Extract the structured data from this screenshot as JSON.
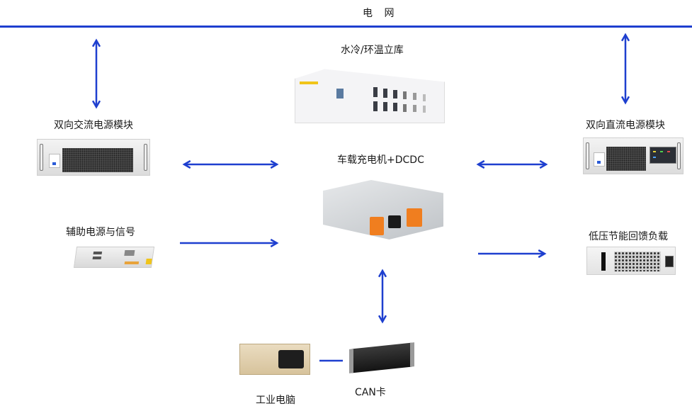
{
  "title": "电 网",
  "nodes": {
    "ac_module": {
      "label": "双向交流电源模块",
      "icon": "ac-power-module-icon"
    },
    "climate_chamber": {
      "label": "水冷/环温立库",
      "icon": "climate-chamber-icon"
    },
    "dc_module": {
      "label": "双向直流电源模块",
      "icon": "dc-power-module-icon"
    },
    "obc_dcdc": {
      "label": "车载充电机+DCDC",
      "icon": "obc-dcdc-icon"
    },
    "aux_power": {
      "label": "辅助电源与信号",
      "icon": "aux-power-supply-icon"
    },
    "lv_load": {
      "label": "低压节能回馈负载",
      "icon": "regenerative-load-icon"
    },
    "ipc": {
      "label": "工业电脑",
      "icon": "industrial-pc-icon"
    },
    "can_card": {
      "label": "CAN卡",
      "icon": "can-card-icon"
    }
  },
  "connections": [
    {
      "from": "电网",
      "to": "双向交流电源模块",
      "type": "bidirectional"
    },
    {
      "from": "电网",
      "to": "双向直流电源模块",
      "type": "bidirectional"
    },
    {
      "from": "双向交流电源模块",
      "to": "车载充电机+DCDC",
      "type": "bidirectional"
    },
    {
      "from": "双向直流电源模块",
      "to": "车载充电机+DCDC",
      "type": "bidirectional"
    },
    {
      "from": "辅助电源与信号",
      "to": "车载充电机+DCDC",
      "type": "directed"
    },
    {
      "from": "车载充电机+DCDC",
      "to": "低压节能回馈负载",
      "type": "directed"
    },
    {
      "from": "车载充电机+DCDC",
      "to": "CAN卡",
      "type": "bidirectional"
    },
    {
      "from": "CAN卡",
      "to": "工业电脑",
      "type": "line"
    }
  ],
  "colors": {
    "line": "#1e3fcf",
    "text": "#1a1a1a",
    "connector": "#f07e1f"
  }
}
